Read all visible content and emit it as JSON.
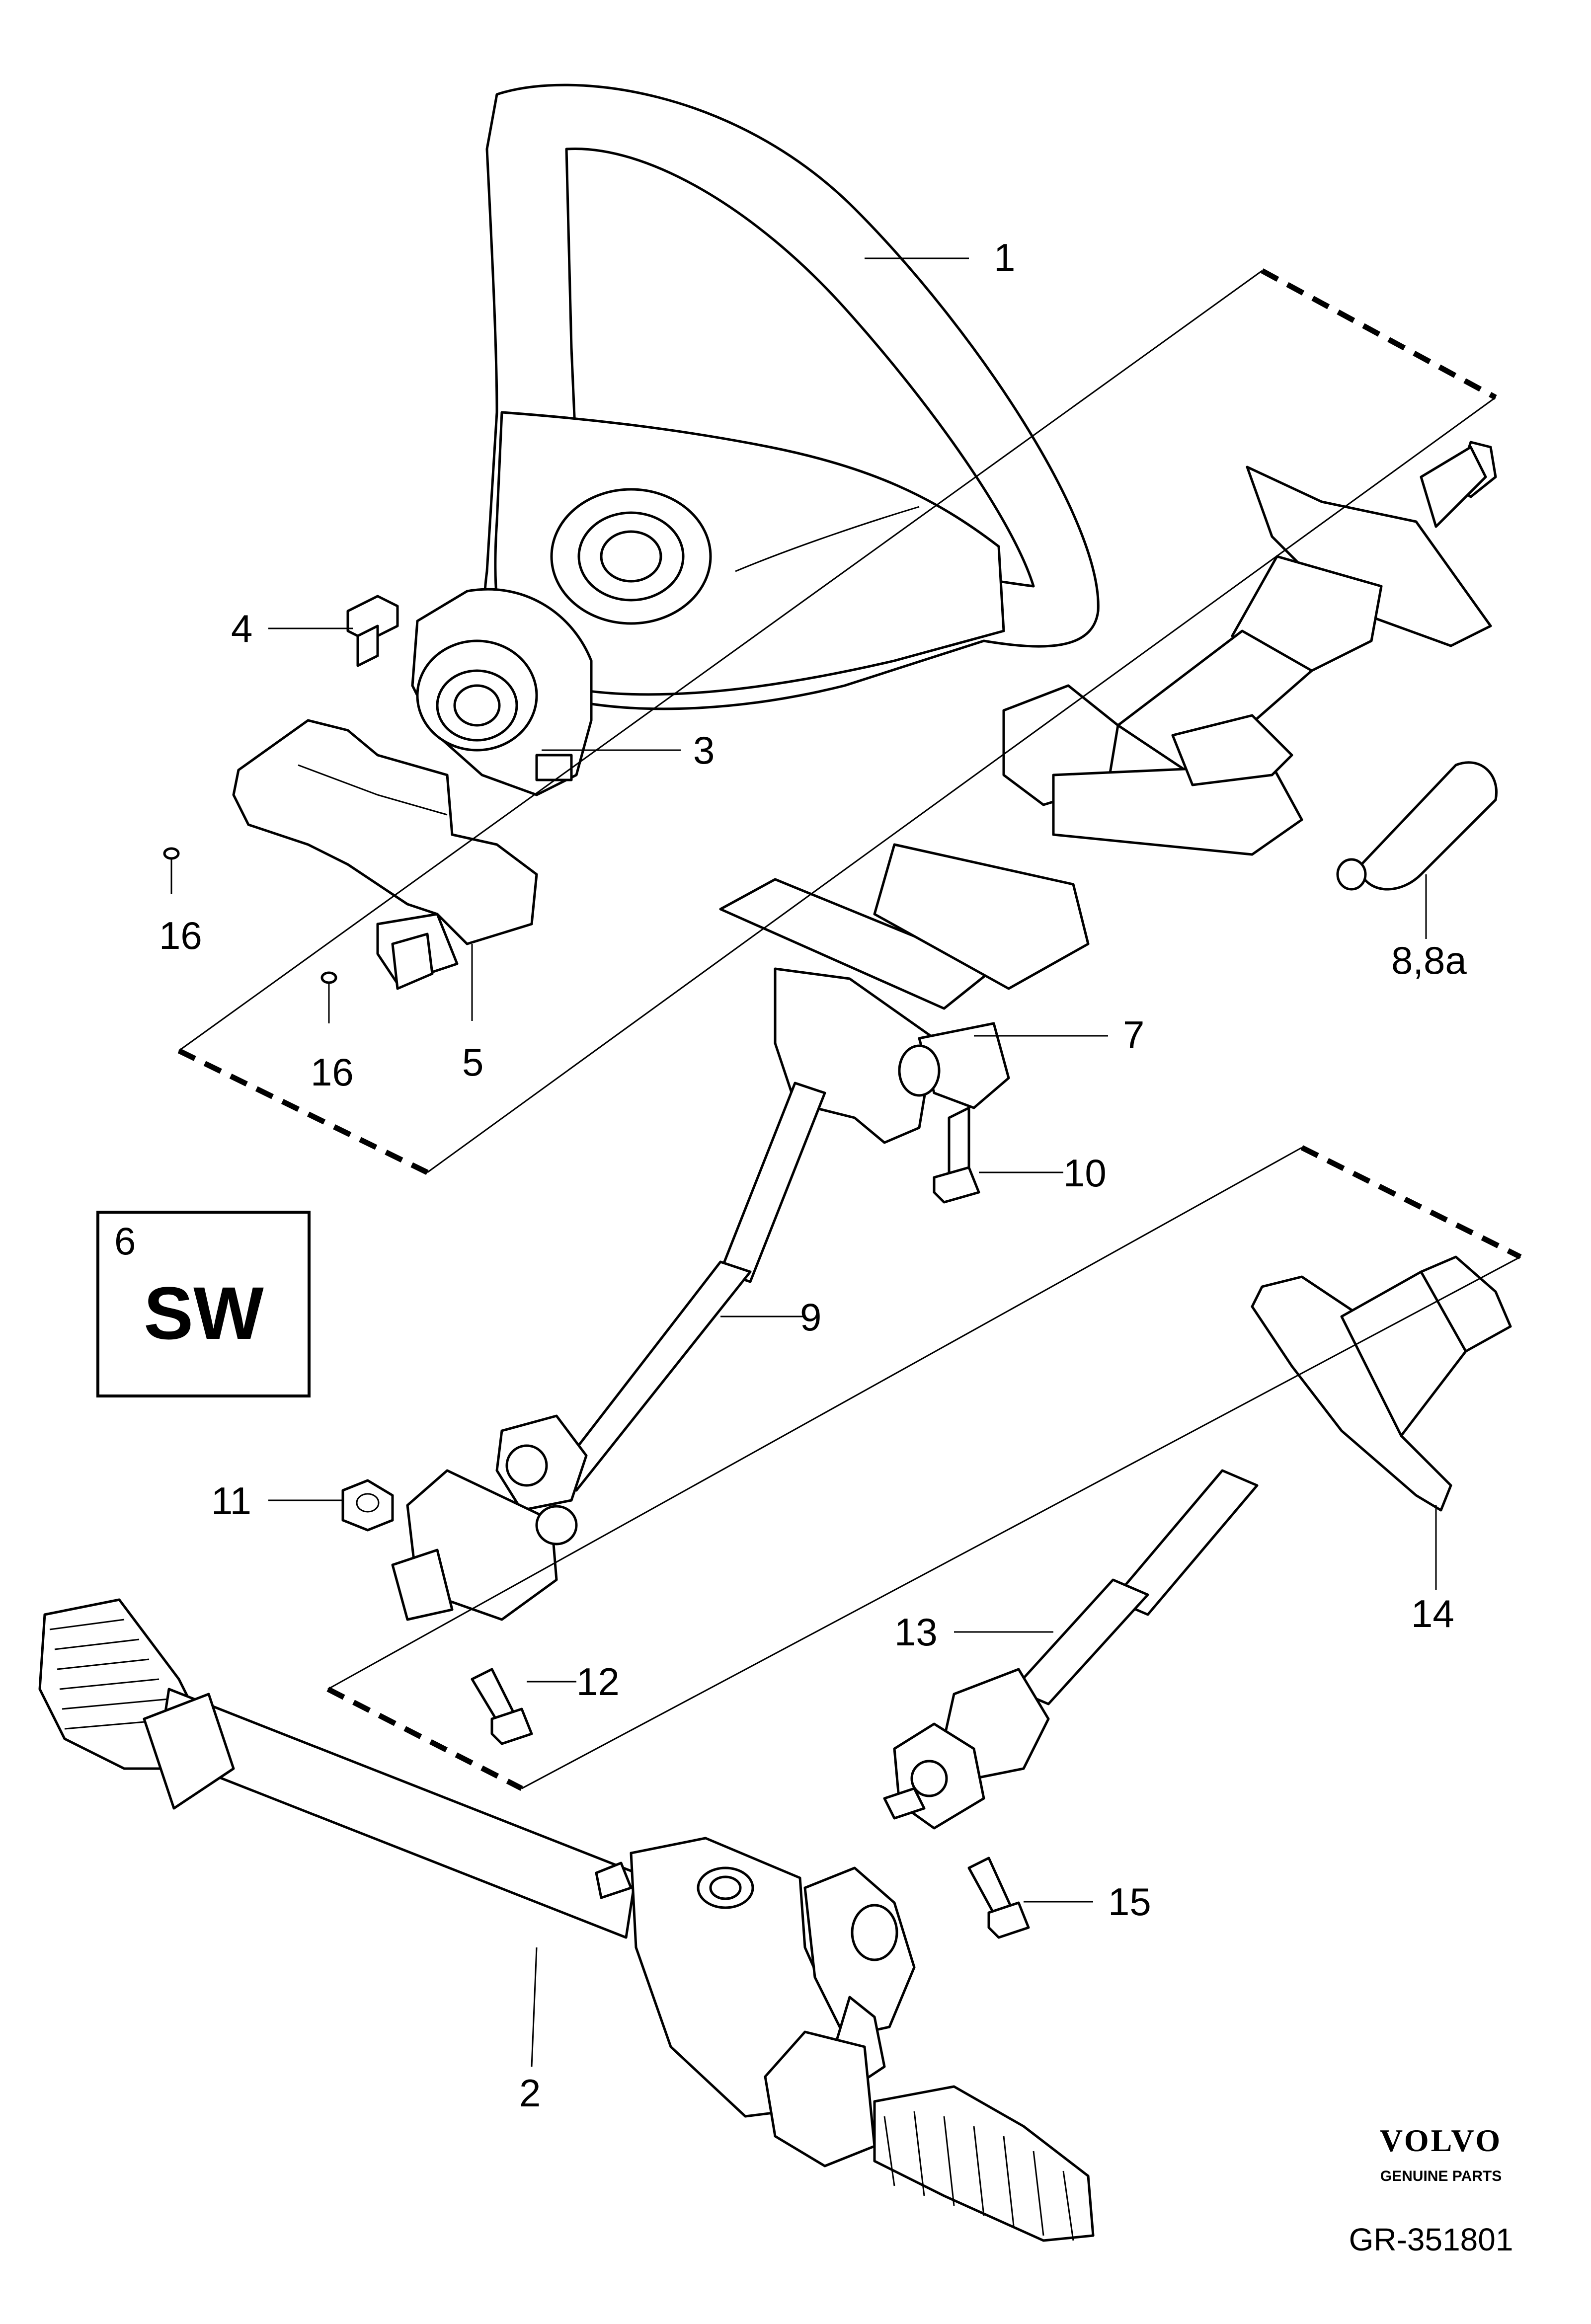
{
  "labels": {
    "p1": "1",
    "p2": "2",
    "p3": "3",
    "p4": "4",
    "p5": "5",
    "p6": "6",
    "p7": "7",
    "p8": "8,8a",
    "p9": "9",
    "p10": "10",
    "p11": "11",
    "p12": "12",
    "p13": "13",
    "p14": "14",
    "p15": "15",
    "p16a": "16",
    "p16b": "16"
  },
  "sw_box": {
    "number": "6",
    "text": "SW"
  },
  "brand": {
    "logo": "VOLVO",
    "subtitle": "GENUINE PARTS"
  },
  "diagram_code": "GR-351801"
}
